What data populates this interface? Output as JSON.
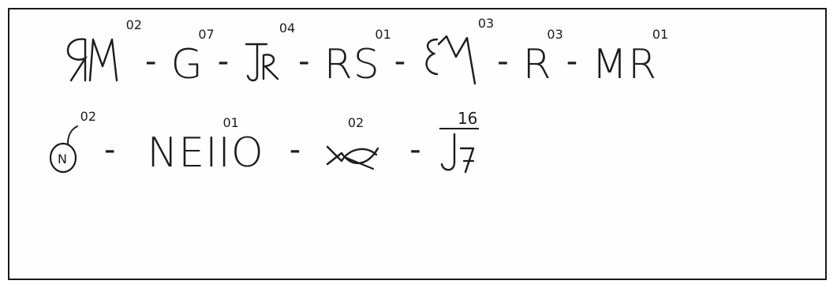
{
  "rows": [
    {
      "items": [
        {
          "code": "RM",
          "sup": "02"
        },
        {
          "code": "G",
          "sup": "07"
        },
        {
          "code": "JR",
          "sup": "04"
        },
        {
          "code": "RS",
          "sup": "01"
        },
        {
          "code": "EM",
          "sup": "03"
        },
        {
          "code": "R",
          "sup": "03"
        },
        {
          "code": "MR",
          "sup": "01"
        }
      ]
    },
    {
      "items": [
        {
          "code": "N",
          "sup": "02"
        },
        {
          "code": "NEIIO",
          "sup": "01"
        },
        {
          "code": "",
          "sup": "02"
        },
        {
          "code": "J",
          "sup": "16"
        }
      ]
    }
  ],
  "separator": "-"
}
